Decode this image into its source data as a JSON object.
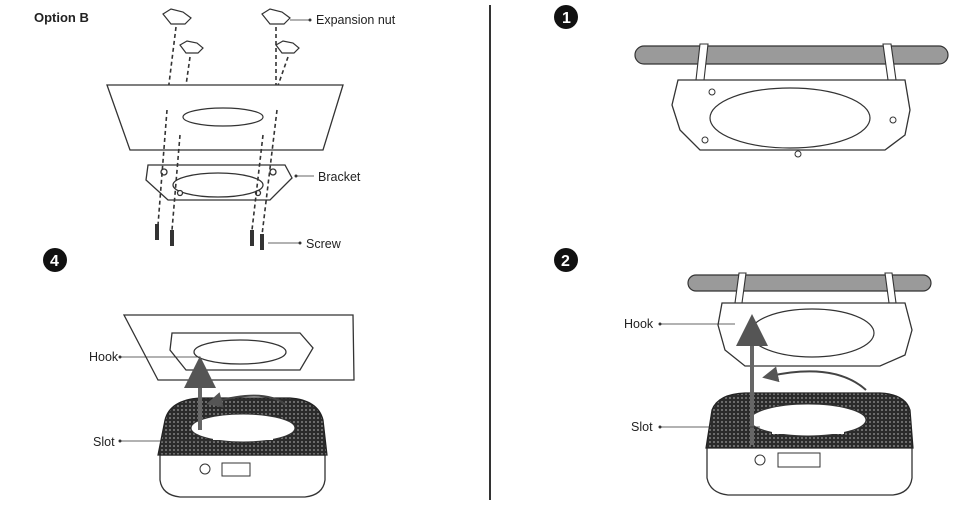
{
  "option_title": "Option B",
  "labels": {
    "expansion_nut": "Expansion nut",
    "bracket": "Bracket",
    "screw": "Screw",
    "hook": "Hook",
    "slot": "Slot"
  },
  "steps": {
    "step1": "1",
    "step2": "2",
    "step4": "4"
  },
  "colors": {
    "line": "#333333",
    "pipe": "#9a9a9a",
    "device": "#2a2a2a",
    "arrow": "#666666"
  }
}
